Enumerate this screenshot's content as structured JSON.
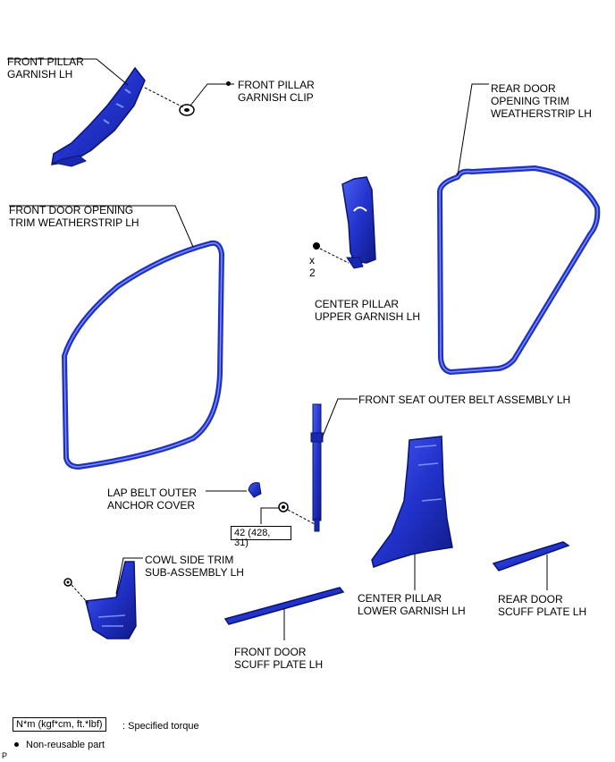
{
  "labels": {
    "front_pillar_garnish": [
      "FRONT PILLAR",
      "GARNISH LH"
    ],
    "front_pillar_garnish_clip": [
      "FRONT PILLAR",
      "GARNISH CLIP"
    ],
    "rear_door_weatherstrip": [
      "REAR DOOR",
      "OPENING TRIM",
      "WEATHERSTRIP LH"
    ],
    "front_door_weatherstrip": [
      "FRONT DOOR OPENING",
      "TRIM WEATHERSTRIP LH"
    ],
    "center_pillar_upper": [
      "CENTER PILLAR",
      "UPPER GARNISH LH"
    ],
    "screw_count": [
      "x",
      "2"
    ],
    "front_seat_belt": "FRONT SEAT OUTER BELT ASSEMBLY LH",
    "lap_belt_cover": [
      "LAP BELT OUTER",
      "ANCHOR COVER"
    ],
    "torque_value": [
      "42 (428,",
      "31)"
    ],
    "cowl_side_trim": [
      "COWL SIDE TRIM",
      "SUB-ASSEMBLY LH"
    ],
    "center_pillar_lower": [
      "CENTER PILLAR",
      "LOWER GARNISH LH"
    ],
    "rear_door_scuff": [
      "REAR DOOR",
      "SCUFF PLATE LH"
    ],
    "front_door_scuff": [
      "FRONT DOOR",
      "SCUFF PLATE LH"
    ]
  },
  "legend": {
    "torque_unit": "N*m (kgf*cm, ft.*lbf)",
    "torque_text": ": Specified torque",
    "non_reusable": "Non-reusable part"
  },
  "footer_code": "P",
  "colors": {
    "part_fill": "#2233cc",
    "part_dark": "#101a88",
    "part_light": "#5a70ff",
    "line": "#000000"
  }
}
